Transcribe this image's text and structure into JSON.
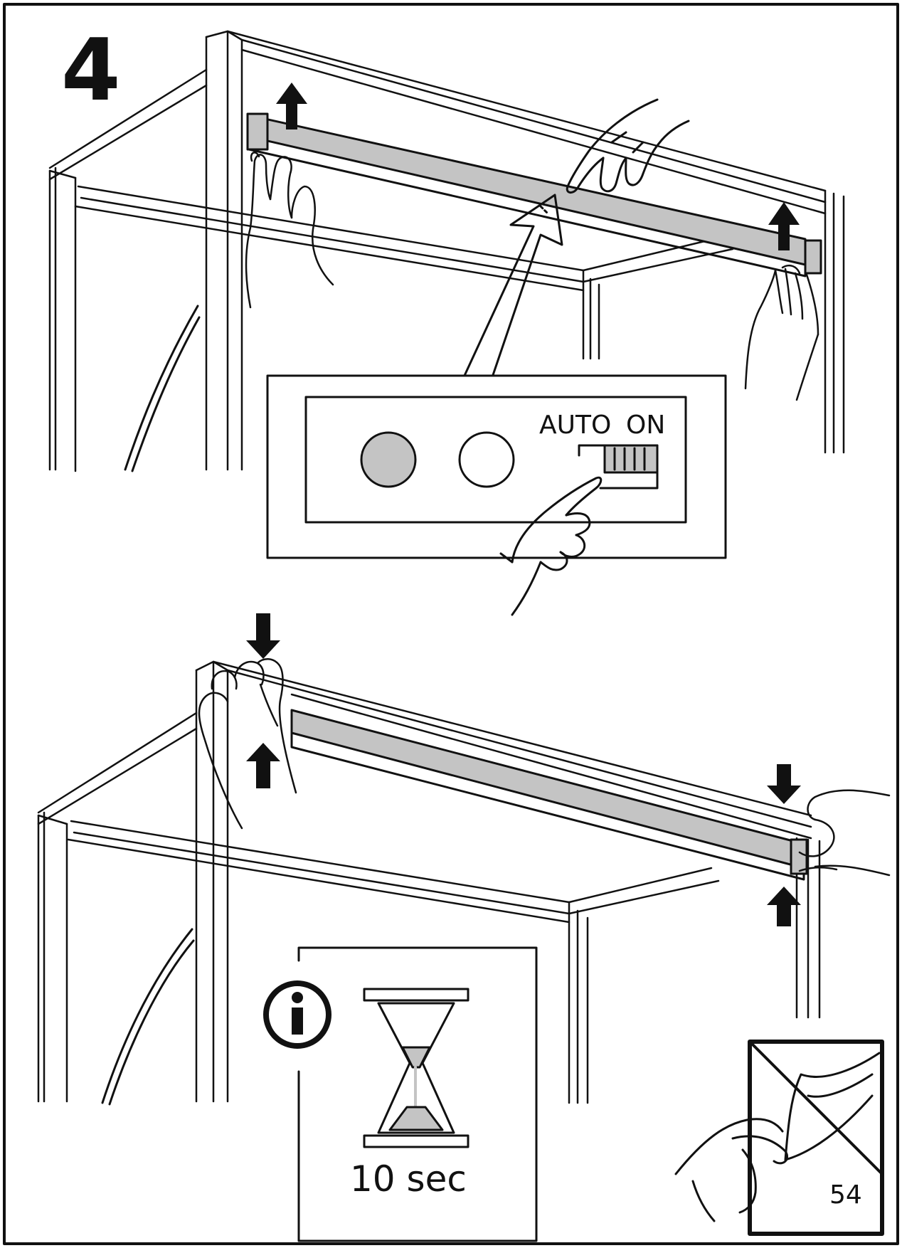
{
  "step": {
    "number": "4"
  },
  "switch_panel": {
    "label_auto": "AUTO",
    "label_on": "ON"
  },
  "info_box": {
    "icon": "info-icon",
    "timer_icon": "hourglass-icon",
    "duration": "10 sec"
  },
  "page": {
    "number": "54"
  },
  "colors": {
    "line": "#111111",
    "part_fill": "#c4c4c4",
    "background": "#ffffff"
  }
}
